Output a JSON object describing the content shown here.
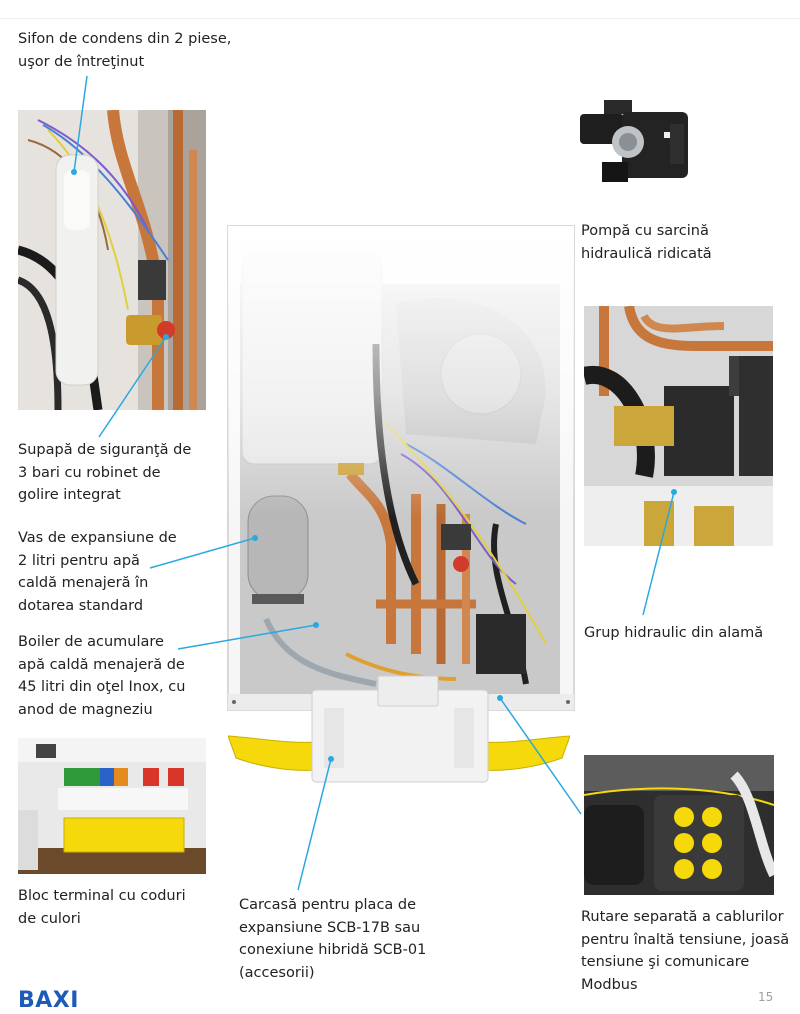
{
  "captions": {
    "sifon": [
      "Sifon de condens din 2 piese,",
      "uşor de întreţinut"
    ],
    "pompa": [
      "Pompă cu sarcină",
      "hidraulică ridicată"
    ],
    "supapa": [
      "Supapă de siguranţă de",
      "3 bari cu robinet de",
      "golire integrat"
    ],
    "vas": [
      "Vas de expansiune de",
      "2 litri pentru apă",
      "caldă menajeră în",
      "dotarea standard"
    ],
    "boiler": [
      "Boiler de acumulare",
      "apă caldă menajeră de",
      "45 litri din oţel Inox, cu",
      "anod de magneziu"
    ],
    "grup": [
      "Grup hidraulic din alamă"
    ],
    "bloc": [
      "Bloc terminal cu coduri",
      "de culori"
    ],
    "carcasa": [
      "Carcasă pentru placa de",
      "expansiune SCB-17B sau",
      "conexiune hibridă SCB-01",
      "(accesorii)"
    ],
    "rutare": [
      "Rutare separată a cablurilor",
      "pentru înaltă tensiune, joasă",
      "tensiune şi comunicare",
      "Modbus"
    ]
  },
  "brand": "BAXI",
  "page_number": "15",
  "colors": {
    "leader": "#29a9e0",
    "accent_yellow": "#f5d90a",
    "copper": "#c7773c",
    "brand_blue": "#1e5bb8"
  }
}
